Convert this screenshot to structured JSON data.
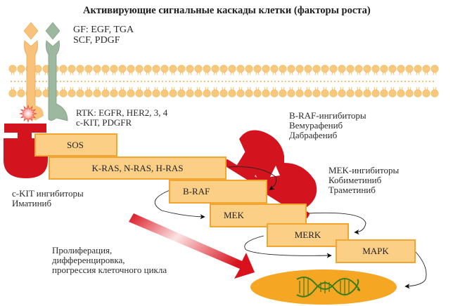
{
  "title": "Активирующие сигнальные каскады клетки (факторы роста)",
  "growth_factors": [
    "GF: EGF, TGA",
    "SCF, PDGF"
  ],
  "receptors": [
    "RTK: EGFR, HER2, 3, 4",
    "c-KIT, PDGFR"
  ],
  "cascade": {
    "sos": "SOS",
    "ras": "K-RAS, N-RAS, H-RAS",
    "braf": "B-RAF",
    "mek": "MEK",
    "merk": "MERK",
    "mapk": "MAPK"
  },
  "inhibitors": {
    "ckit": [
      "c-KIT ингибиторы",
      "Иматиниб"
    ],
    "braf": [
      "B-RAF-ингибиторы",
      "Вемурафениб",
      "Дабрафениб"
    ],
    "mek": [
      "MEK-ингибиторы",
      "Кобиметиниб",
      "Траметиниб"
    ]
  },
  "outcome": [
    "Пролиферация,",
    "дифференцировка,",
    "прогрессия клеточного цикла"
  ],
  "colors": {
    "box_fill": "#fccf86",
    "box_border": "#f3a532",
    "inhibitor_red": "#d3141f",
    "membrane": "#f5c57a",
    "receptor_orange": "#f9c27a",
    "receptor_green": "#9cb9a0",
    "nucleus": "#f5a623",
    "dna": "#3b7d1e"
  }
}
